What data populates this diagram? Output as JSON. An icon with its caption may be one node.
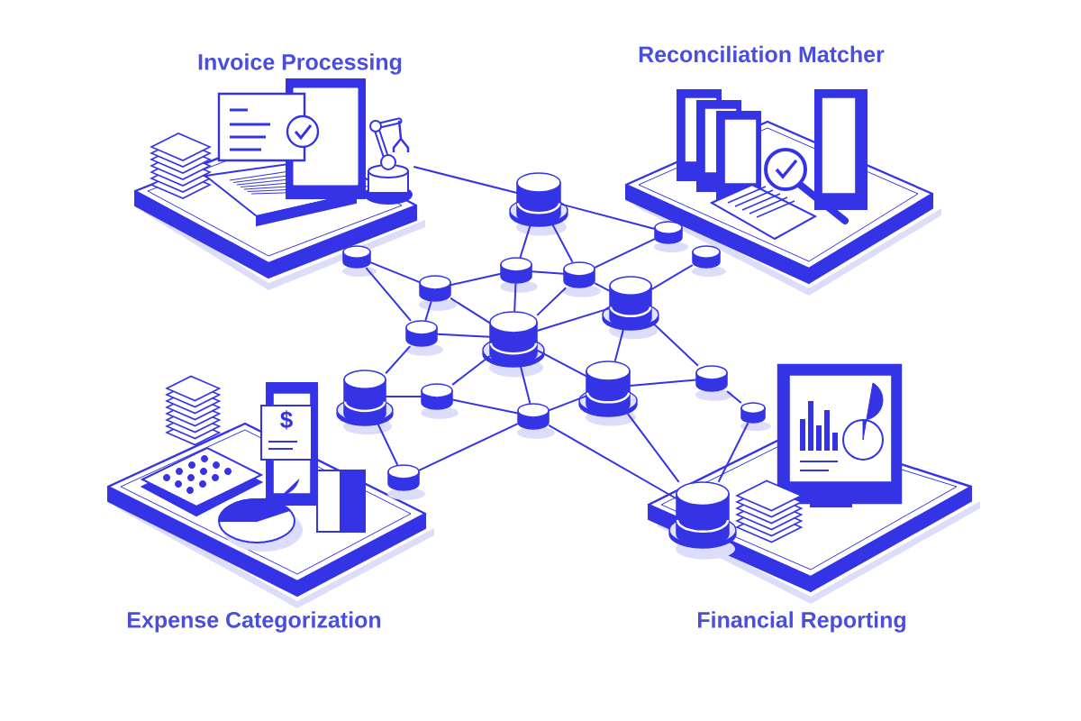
{
  "diagram": {
    "nodes": [
      {
        "text": [
          "Invoice Processing"
        ]
      },
      {
        "text": [],
        "shape": "picture",
        "in": 0
      },
      {
        "text": [
          "Reconciliation Matcher"
        ]
      },
      {
        "text": [],
        "shape": "cylinder"
      },
      {
        "text": [],
        "shape": "cylinder"
      },
      {
        "text": [],
        "shape": "cylinder"
      },
      {
        "text": [],
        "shape": "cylinder"
      },
      {
        "text": [],
        "shape": "cylinder"
      },
      {
        "text": [],
        "shape": "cylinder"
      },
      {
        "text": [],
        "shape": "cylinder"
      },
      {
        "text": [],
        "shape": "cylinder"
      },
      {
        "text": [],
        "shape": "cylinder"
      },
      {
        "text": [],
        "shape": "cylinder"
      },
      {
        "text": [],
        "shape": "cylinder"
      },
      {
        "text": [],
        "shape": "cylinder"
      },
      {
        "text": [],
        "shape": "cylinder"
      },
      {
        "text": [],
        "shape": "cylinder"
      },
      {
        "text": [],
        "shape": "cylinder"
      },
      {
        "text": [],
        "shape": "cylinder"
      },
      {
        "text": [
          "Expense Categorization"
        ]
      },
      {
        "text": [],
        "shape": "cylinder",
        "in": 19
      },
      {
        "text": [
          "Financial Reporting"
        ]
      },
      {
        "text": [],
        "shape": "cylinder",
        "in": 21
      }
    ],
    "edges": [
      {
        "from": 1,
        "to": 3,
        "arrow": "none"
      },
      {
        "from": 3,
        "to": 4,
        "arrow": "none"
      },
      {
        "from": 3,
        "to": 6,
        "arrow": "none"
      },
      {
        "from": 3,
        "to": 7,
        "arrow": "none"
      },
      {
        "from": 5,
        "to": 9,
        "arrow": "none"
      },
      {
        "from": 5,
        "to": 11,
        "arrow": "none"
      },
      {
        "from": 9,
        "to": 6,
        "arrow": "none"
      },
      {
        "from": 9,
        "to": 12,
        "arrow": "none"
      },
      {
        "from": 9,
        "to": 11,
        "arrow": "none"
      },
      {
        "from": 6,
        "to": 7,
        "arrow": "none"
      },
      {
        "from": 6,
        "to": 12,
        "arrow": "none"
      },
      {
        "from": 7,
        "to": 4,
        "arrow": "none"
      },
      {
        "from": 7,
        "to": 10,
        "arrow": "none"
      },
      {
        "from": 7,
        "to": 12,
        "arrow": "none"
      },
      {
        "from": 10,
        "to": 8,
        "arrow": "none"
      },
      {
        "from": 10,
        "to": 16,
        "arrow": "none"
      },
      {
        "from": 11,
        "to": 12,
        "arrow": "none"
      },
      {
        "from": 11,
        "to": 13,
        "arrow": "none"
      },
      {
        "from": 12,
        "to": 10,
        "arrow": "none"
      },
      {
        "from": 12,
        "to": 14,
        "arrow": "none"
      },
      {
        "from": 12,
        "to": 15,
        "arrow": "none"
      },
      {
        "from": 12,
        "to": 17,
        "arrow": "none"
      },
      {
        "from": 13,
        "to": 14,
        "arrow": "none"
      },
      {
        "from": 14,
        "to": 17,
        "arrow": "none"
      },
      {
        "from": 17,
        "to": 15,
        "arrow": "none"
      },
      {
        "from": 10,
        "to": 15,
        "arrow": "none"
      },
      {
        "from": 15,
        "to": 16,
        "arrow": "none"
      },
      {
        "from": 16,
        "to": 18,
        "arrow": "none"
      },
      {
        "from": 15,
        "to": 22,
        "arrow": "none"
      },
      {
        "from": 18,
        "to": 22,
        "arrow": "none"
      },
      {
        "from": 17,
        "to": 20,
        "arrow": "none"
      },
      {
        "from": 17,
        "to": 22,
        "arrow": "none"
      },
      {
        "from": 13,
        "to": 20,
        "arrow": "none"
      }
    ],
    "labels": [
      "$"
    ]
  }
}
